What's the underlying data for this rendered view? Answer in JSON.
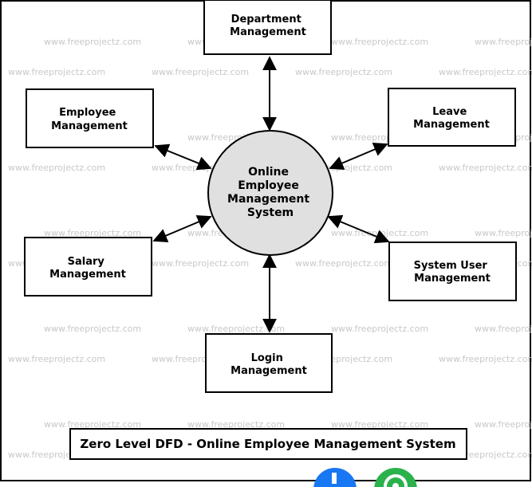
{
  "watermark": "www.freeprojectz.com",
  "colors": {
    "center_fill": "#e0e0e0",
    "stroke": "#000000",
    "icon_blue": "#1877f2",
    "icon_green": "#2bb24c"
  },
  "center": {
    "lines": [
      "Online",
      "Employee",
      "Management",
      "System"
    ]
  },
  "entities": {
    "department": {
      "lines": [
        "Department",
        "Management"
      ]
    },
    "employee": {
      "lines": [
        "Employee",
        "Management"
      ]
    },
    "leave": {
      "lines": [
        "Leave",
        "Management"
      ]
    },
    "salary": {
      "lines": [
        "Salary",
        "Management"
      ]
    },
    "system_user": {
      "lines": [
        "System User",
        "Management"
      ]
    },
    "login": {
      "lines": [
        "Login",
        "Management"
      ]
    }
  },
  "title": "Zero Level DFD - Online Employee Management System"
}
